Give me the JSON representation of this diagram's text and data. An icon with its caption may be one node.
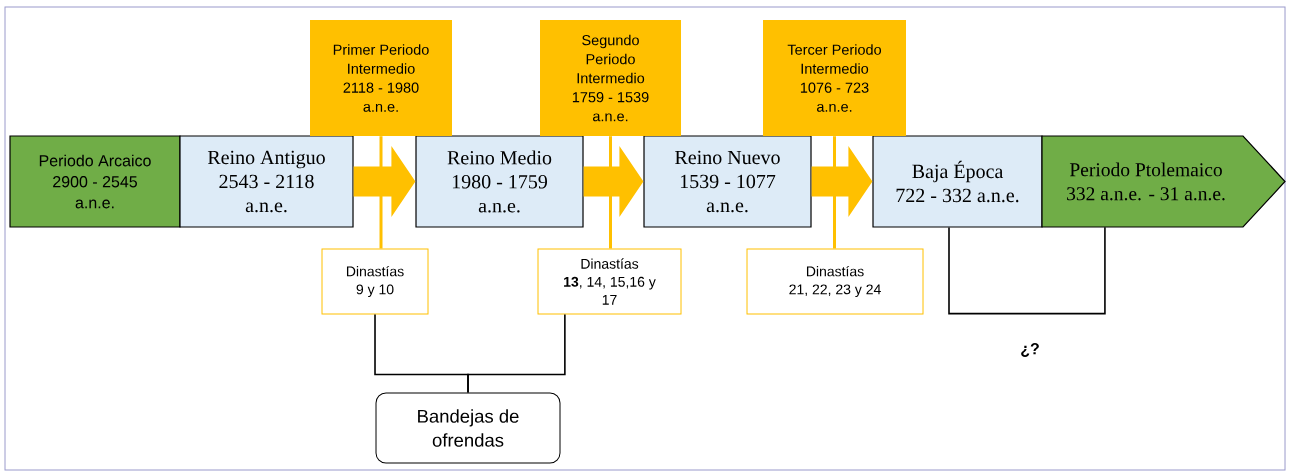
{
  "diagram": {
    "nodes": [
      {
        "text": [
          "Periodo Arcaico",
          "2900 - 2545 a.n.e."
        ]
      },
      {
        "text": [
          "Reino Antiguo",
          "2543 - 2118 a.n.e."
        ]
      },
      {
        "text": [
          "Reino Medio",
          "1980 - 1759 a.n.e."
        ]
      },
      {
        "text": [
          "Reino Nuevo",
          "1539 - 1077 a.n.e."
        ]
      },
      {
        "text": [
          "Baja Época",
          "722 - 332 a.n.e."
        ]
      },
      {
        "text": [
          "Periodo Ptolemaico",
          "332 a.n.e. - 31 a.n.e."
        ]
      },
      {
        "text": [
          "Primer Periodo Intermedio",
          "2118 - 1980 a.n.e."
        ]
      },
      {
        "text": [
          "Segundo Periodo Intermedio",
          "1759 - 1539 a.n.e."
        ]
      },
      {
        "text": [
          "Tercer Periodo Intermedio",
          "1076 - 723 a.n.e."
        ]
      },
      {
        "text": [
          "Dinastías",
          "9 y 10"
        ]
      },
      {
        "text": [
          "Dinastías",
          "**13**, 14, 15,16 y 17"
        ]
      },
      {
        "text": [
          "Dinastías",
          "21, 22, 23 y 24"
        ]
      },
      {
        "text": [
          "Bandejas de ofrendas"
        ]
      }
    ],
    "edges": [
      {
        "from": 1,
        "to": 2,
        "arrow": "to",
        "style": "thick",
        "color": "#ffc000"
      },
      {
        "from": 2,
        "to": 3,
        "arrow": "to",
        "style": "thick",
        "color": "#ffc000"
      },
      {
        "from": 3,
        "to": 4,
        "arrow": "to",
        "style": "thick",
        "color": "#ffc000"
      },
      {
        "from": 6,
        "to": 9,
        "arrow": "none",
        "color": "#ffc000"
      },
      {
        "from": 7,
        "to": 10,
        "arrow": "none",
        "color": "#ffc000"
      },
      {
        "from": 8,
        "to": 11,
        "arrow": "none",
        "color": "#ffc000"
      },
      {
        "from": 9,
        "to": 12,
        "arrow": "none",
        "color": "#000000"
      },
      {
        "from": 10,
        "to": 12,
        "arrow": "none",
        "color": "#000000"
      },
      {
        "from": 4,
        "to": 5,
        "arrow": "none",
        "color": "#000000"
      }
    ],
    "labels": [
      "¿?"
    ]
  }
}
